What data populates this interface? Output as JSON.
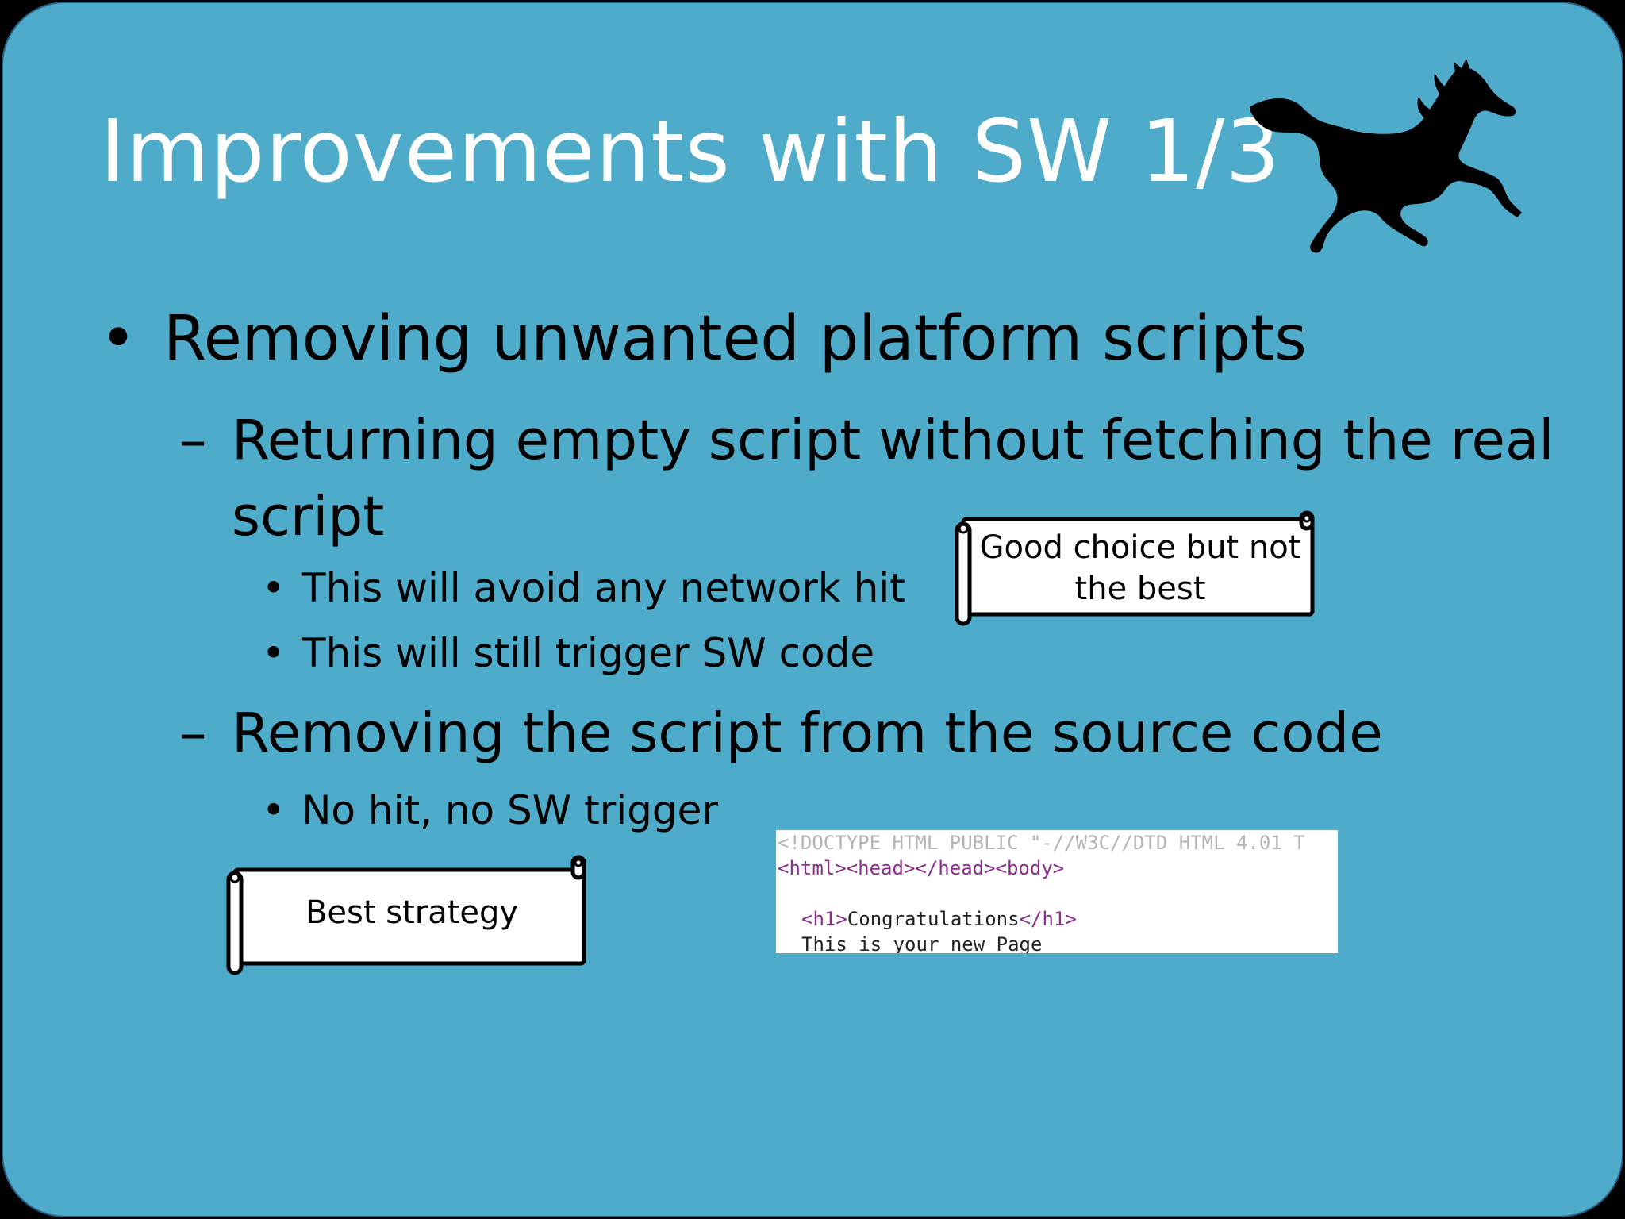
{
  "slide": {
    "title": "Improvements with SW 1/3",
    "bullet_mark": "•",
    "dash_mark": "–",
    "bullets": [
      {
        "text": "Removing unwanted platform scripts"
      }
    ],
    "sub1": {
      "text": "Returning empty script without fetching the real script"
    },
    "sub1_items": [
      {
        "text": "This will avoid any network hit"
      },
      {
        "text": "This will still trigger SW code"
      }
    ],
    "sub2": {
      "text": "Removing the script from the source code"
    },
    "sub2_items": [
      {
        "text": "No hit, no SW trigger"
      }
    ],
    "callouts": {
      "good": "Good choice but not the best",
      "best": "Best strategy"
    },
    "code": {
      "line1": "<!DOCTYPE HTML PUBLIC \"-//W3C//DTD HTML 4.01 T",
      "line2_tags": "<html><head></head><body>",
      "line3_open": "<h1>",
      "line3_text": "Congratulations",
      "line3_close": "</h1>",
      "line4": "This is your new Page"
    },
    "colors": {
      "background": "#4eabca",
      "title": "#ffffff",
      "code_tag": "#8a2d8a"
    },
    "icons": {
      "logo": "horse-silhouette-icon"
    }
  }
}
